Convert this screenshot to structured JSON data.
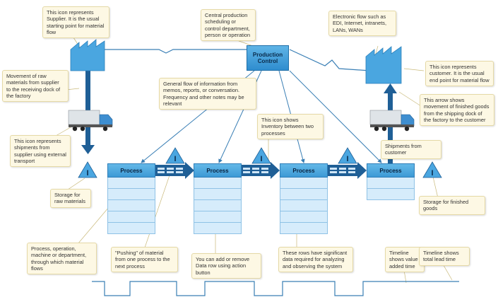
{
  "diagram": {
    "production_control": {
      "label_line1": "Production",
      "label_line2": "Control"
    },
    "process_label": "Process",
    "inventory_mark": "I",
    "callouts": {
      "supplier_icon": "This icon represents Supplier. It is the usual starting point for material flow",
      "central_control": "Central production scheduling or control department, person or operation",
      "electronic_flow": "Electronic flow such as EDI, Internet, intranets, LANs, WANs",
      "customer_icon": "This icon represents customer.  It is the usual end point for material flow",
      "raw_materials_movement": "Movement of raw materials from supplier to the receiving dock of the factory",
      "info_flow": "General flow of information from memos, reports, or conversation. Frequency and other notes may be relevant",
      "finished_goods_arrow": "This arrow shows movement of finished goods from the shipping dock of the factory to the customer",
      "inventory_icon": "This icon shows Inventory between two processes",
      "shipments_supplier": "This icon represents shipments from supplier using external transport",
      "shipments_customer": "Shipments from customer",
      "storage_raw": "Storage for raw materials",
      "storage_finished": "Storage for finished goods",
      "process_operation": "Process, operation, machine or department, through which material flows",
      "pushing": "\"Pushing\" of material from one process to the next process",
      "data_row": "You can add or remove Data row using action button",
      "rows_significant": "These rows have significant data required for analyzing and observing the system",
      "timeline_value_added": "Timeline shows value added time",
      "timeline_lead": "Timeline shows total lead time"
    },
    "colors": {
      "icon_blue": "#3a9ad9",
      "callout_fill": "#fdf8e4",
      "arrow_dark": "#1f5f96",
      "line": "#3a7fb5"
    }
  }
}
